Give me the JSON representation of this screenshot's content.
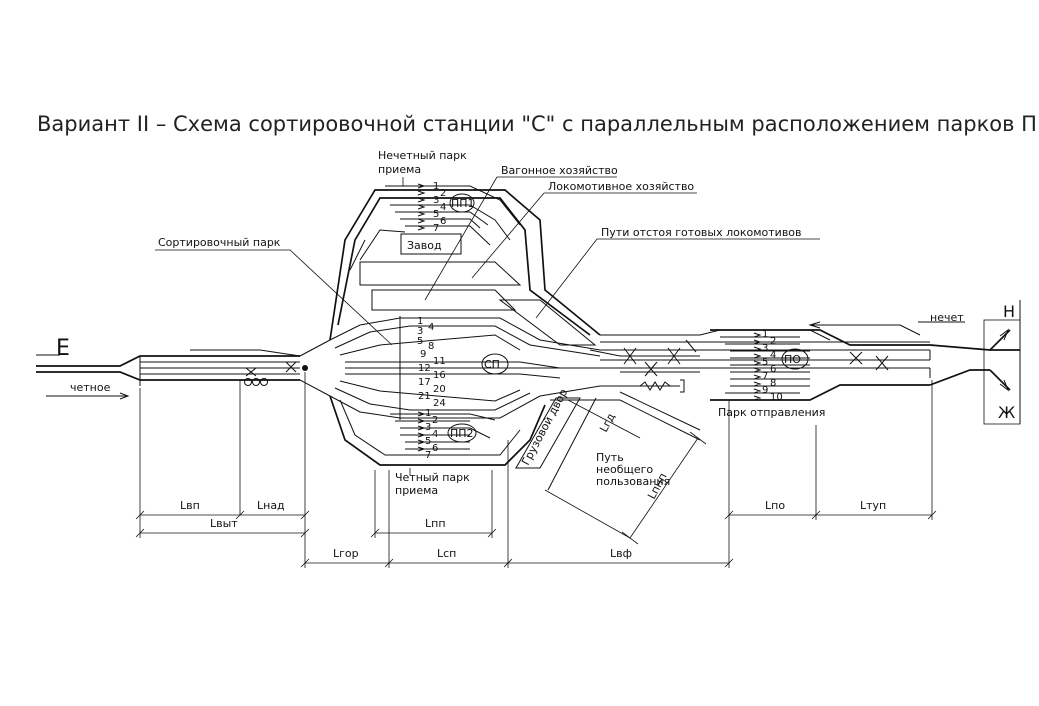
{
  "title": "Вариант II – Схема сортировочной станции \"С\" с параллельным расположением парков П и С",
  "labels": {
    "odd_receiving_1": "Нечетный парк",
    "odd_receiving_2": "приема",
    "wagon_facility": "Вагонное хозяйство",
    "loco_facility": "Локомотивное хозяйство",
    "sorting_park": "Сортировочный парк",
    "plant": "Завод",
    "loco_tracks": "Пути отстоя готовых локомотивов",
    "even_receiving_1": "Четный парк",
    "even_receiving_2": "приема",
    "departure_park": "Парк отправления",
    "odd_dir": "нечет",
    "even_dir": "четное",
    "private_1": "Путь",
    "private_2": "необщего",
    "private_3": "пользования",
    "cargo_yard": "Грузовой двор"
  },
  "directions": {
    "east": "Е",
    "north": "Н",
    "zh": "Ж"
  },
  "parks": {
    "pp1": "ПП1",
    "sp": "СП",
    "pp2": "ПП2",
    "po": "ПО"
  },
  "track_numbers": {
    "pp1": [
      "1",
      "2",
      "3",
      "4",
      "5",
      "6",
      "7"
    ],
    "sp_a": [
      "1",
      "3",
      "5",
      "9",
      "12",
      "17",
      "21"
    ],
    "sp_b": [
      "4",
      "8",
      "11",
      "16",
      "20",
      "24"
    ],
    "pp2": [
      "1",
      "2",
      "3",
      "4",
      "5",
      "6",
      "7"
    ],
    "po": [
      "1",
      "2",
      "3",
      "4",
      "5",
      "6",
      "7",
      "8",
      "9",
      "10"
    ]
  },
  "dimensions": {
    "lvp": "Lвп",
    "lnad": "Lнад",
    "lvyt": "Lвыт",
    "lpp": "Lпп",
    "lgor": "Lгор",
    "lsp": "Lсп",
    "lvf": "Lвф",
    "lgd": "Lгд",
    "lpnp": "Lпнп",
    "lpo": "Lпо",
    "ltup": "Lтуп"
  }
}
